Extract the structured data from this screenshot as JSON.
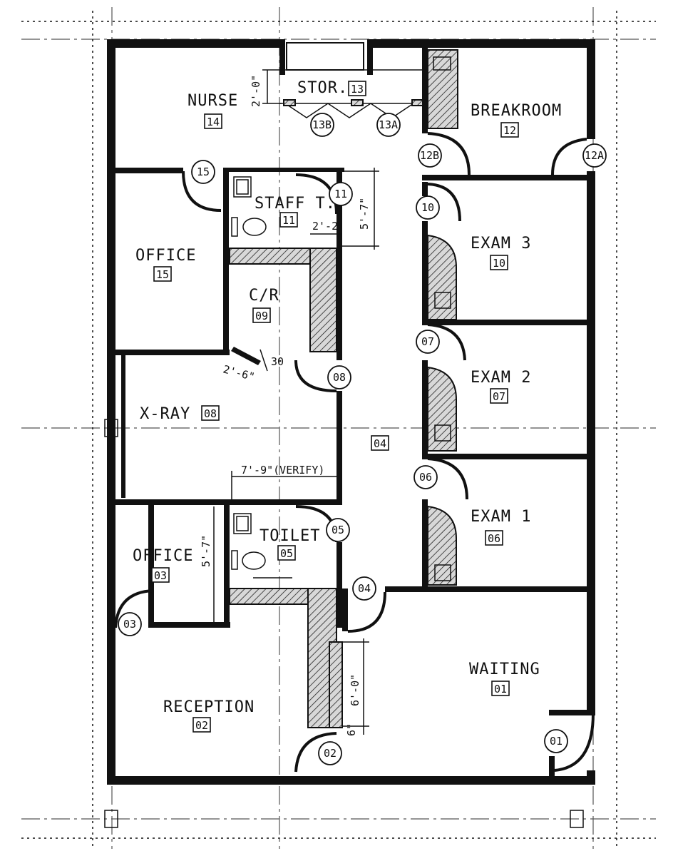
{
  "rooms": {
    "nurse": {
      "name": "NURSE",
      "num": "14"
    },
    "stor": {
      "name": "STOR.",
      "num": "13"
    },
    "breakroom": {
      "name": "BREAKROOM",
      "num": "12"
    },
    "staff_t": {
      "name": "STAFF T.",
      "num": "11"
    },
    "office15": {
      "name": "OFFICE",
      "num": "15"
    },
    "exam3": {
      "name": "EXAM 3",
      "num": "10"
    },
    "cr": {
      "name": "C/R",
      "num": "09"
    },
    "exam2": {
      "name": "EXAM 2",
      "num": "07"
    },
    "xray": {
      "name": "X-RAY",
      "num": "08"
    },
    "corridor": {
      "name": "",
      "num": "04"
    },
    "exam1": {
      "name": "EXAM 1",
      "num": "06"
    },
    "toilet": {
      "name": "TOILET",
      "num": "05"
    },
    "office03": {
      "name": "OFFICE",
      "num": "03"
    },
    "waiting": {
      "name": "WAITING",
      "num": "01"
    },
    "reception": {
      "name": "RECEPTION",
      "num": "02"
    }
  },
  "doors": {
    "d13b": "13B",
    "d13a": "13A",
    "d12b": "12B",
    "d12a": "12A",
    "d15": "15",
    "d11": "11",
    "d10": "10",
    "d07": "07",
    "d08": "08",
    "d06": "06",
    "d05": "05",
    "d04": "04",
    "d03": "03",
    "d02": "02",
    "d01": "01"
  },
  "dimensions": {
    "stor_depth": "2'-0\"",
    "staff_height": "5'-7\"",
    "staff_width": "2'-2",
    "xray_panel": "2'-6\"",
    "xray_angle": "30",
    "xray_width": "7'-9\"(VERIFY)",
    "office03_height": "5'-7\"",
    "reception_counter": "6'-0\"",
    "reception_gap": "6\""
  }
}
